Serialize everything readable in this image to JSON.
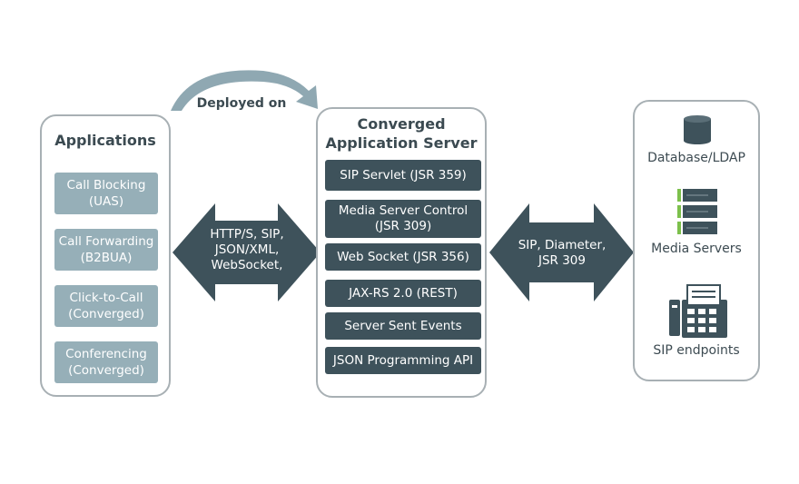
{
  "deployed_label": "Deployed on",
  "applications": {
    "title": "Applications",
    "items": [
      "Call Blocking\n(UAS)",
      "Call Forwarding\n(B2BUA)",
      "Click-to-Call\n(Converged)",
      "Conferencing\n(Converged)"
    ]
  },
  "server": {
    "title": "Converged\nApplication Server",
    "apis": [
      "SIP Servlet  (JSR 359)",
      "Media Server Control\n(JSR 309)",
      "Web Socket  (JSR 356)",
      "JAX-RS 2.0  (REST)",
      "Server Sent Events",
      "JSON Programming API"
    ]
  },
  "left_arrow_label": "HTTP/S, SIP,\nJSON/XML,\nWebSocket,",
  "right_arrow_label": "SIP, Diameter,\nJSR 309",
  "external": [
    {
      "label": "Database/LDAP",
      "icon": "database-icon"
    },
    {
      "label": "Media Servers",
      "icon": "server-rack-icon"
    },
    {
      "label": "SIP endpoints",
      "icon": "phone-fax-icon"
    }
  ],
  "colors": {
    "dark": "#3e525b",
    "light_box": "#96afb8",
    "arrow": "#3e525b",
    "curved_arrow": "#8fa8b2",
    "border": "#a8b0b4",
    "green_accent": "#7cc04b"
  }
}
